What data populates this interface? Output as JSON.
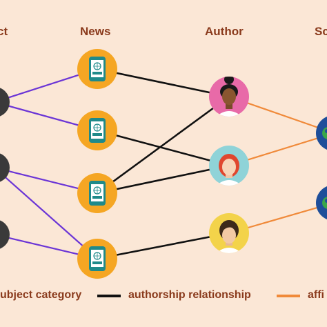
{
  "columns": {
    "subject": "ct",
    "news": "News",
    "author": "Author",
    "source": "Sc"
  },
  "legend": {
    "subject_label": "ubject category",
    "authorship_label": "authorship relationship",
    "affiliation_label": "affi"
  },
  "colors": {
    "background": "#fbe7d6",
    "subject_edge": "#6b35d6",
    "authorship_edge": "#111111",
    "affiliation_edge": "#f08a3a",
    "news_node": "#f5a623",
    "label_text": "#8a3a1c"
  },
  "icons": {
    "news": "newspaper-phone-icon",
    "author": "person-avatar-icon",
    "source": "globe-icon"
  },
  "nodes": {
    "subject": [
      "subject-1",
      "subject-2",
      "subject-3"
    ],
    "news": [
      "news-1",
      "news-2",
      "news-3",
      "news-4"
    ],
    "author": [
      "author-1",
      "author-2",
      "author-3"
    ],
    "source": [
      "source-1",
      "source-2"
    ]
  },
  "edges": {
    "subject_news": [
      [
        0,
        0
      ],
      [
        0,
        1
      ],
      [
        1,
        2
      ],
      [
        1,
        3
      ],
      [
        2,
        3
      ]
    ],
    "news_author": [
      [
        0,
        0
      ],
      [
        1,
        1
      ],
      [
        2,
        0
      ],
      [
        2,
        1
      ],
      [
        3,
        2
      ]
    ],
    "author_source": [
      [
        0,
        0
      ],
      [
        1,
        0
      ],
      [
        2,
        1
      ]
    ]
  }
}
